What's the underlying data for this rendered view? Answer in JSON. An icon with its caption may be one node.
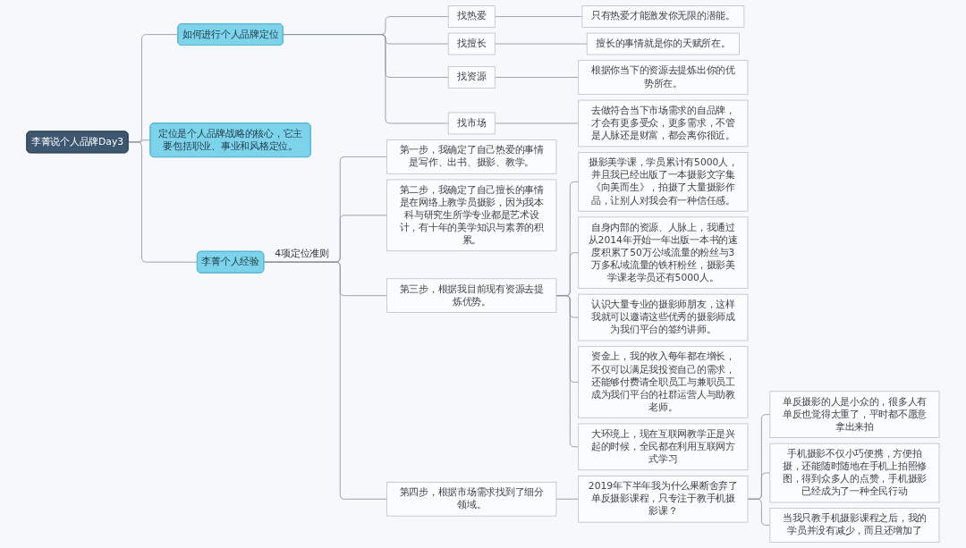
{
  "diagram": {
    "nodes": [
      {
        "text": [
          "李菁说个人品牌Day3"
        ]
      },
      {
        "text": [
          "如何进行个人品牌定位"
        ]
      },
      {
        "text": [
          "找热爱"
        ]
      },
      {
        "text": [
          "只有热爱才能激发你无限的潜能。"
        ]
      },
      {
        "text": [
          "找擅长"
        ]
      },
      {
        "text": [
          "擅长的事情就是你的天赋所在。"
        ]
      },
      {
        "text": [
          "找资源"
        ]
      },
      {
        "text": [
          "根据你当下的资源去提炼出你的优势所在。"
        ]
      },
      {
        "text": [
          "找市场"
        ]
      },
      {
        "text": [
          "去做符合当下市场需求的自品牌，才会有更多受众，更多需求，不管是人脉还是财富，都会离你很近。"
        ]
      },
      {
        "text": [
          "定位是个人品牌战略的核心，它主要包括职业、事业和风格定位。"
        ]
      },
      {
        "text": [
          "李菁个人经验"
        ]
      },
      {
        "text": [
          "第一步，我确定了自己热爱的事情是写作、出书、摄影、教学。"
        ]
      },
      {
        "text": [
          "第二步，我确定了自己擅长的事情是在网络上教学员摄影，因为我本科与研究生所学专业都是艺术设计，有十年的美学知识与素养的积累。"
        ]
      },
      {
        "text": [
          "第三步，根据我目前现有资源去提炼优势。"
        ]
      },
      {
        "text": [
          "摄影美学课，学员累计有5000人，并且我已经出版了一本摄影文字集《向美而生》，拍摄了大量摄影作品，让别人对我会有一种信任感。"
        ]
      },
      {
        "text": [
          "自身内部的资源、人脉上，我通过从2014年开始一年出版一本书的速度积累了50万公域流量的粉丝与3万多私域流量的铁杆粉丝，摄影美学课老学员还有5000人。"
        ]
      },
      {
        "text": [
          "认识大量专业的摄影师朋友，这样我就可以邀请这些优秀的摄影师成为我们平台的签约讲师。"
        ]
      },
      {
        "text": [
          "资金上，我的收入每年都在增长，不仅可以满足我投资自己的需求，还能够付费请全职员工与兼职员工成为我们平台的社群运营人与助教老师。"
        ]
      },
      {
        "text": [
          "大环境上，现在互联网教学正是兴起的时候，全民都在利用互联网方式学习"
        ]
      },
      {
        "text": [
          "第四步，根据市场需求找到了细分领域。"
        ]
      },
      {
        "text": [
          "2019年下半年我为什么果断舍弃了单反摄影课程，只专注于教手机摄影课？"
        ]
      },
      {
        "text": [
          "单反摄影的人是小众的，很多人有单反也觉得太重了，平时都不愿意拿出来拍"
        ]
      },
      {
        "text": [
          "手机摄影不仅小巧便携，方便拍摄，还能随时随地在手机上拍照修图，得到众多人的点赞，手机摄影已经成为了一种全民行动"
        ]
      },
      {
        "text": [
          "当我只教手机摄影课程之后，我的学员并没有减少，而且还增加了"
        ]
      }
    ],
    "edges": [
      {
        "from": 0,
        "to": 1,
        "arrow": "none"
      },
      {
        "from": 1,
        "to": 2,
        "arrow": "none"
      },
      {
        "from": 2,
        "to": 3,
        "arrow": "none"
      },
      {
        "from": 1,
        "to": 4,
        "arrow": "none"
      },
      {
        "from": 4,
        "to": 5,
        "arrow": "none"
      },
      {
        "from": 1,
        "to": 6,
        "arrow": "none"
      },
      {
        "from": 6,
        "to": 7,
        "arrow": "none"
      },
      {
        "from": 1,
        "to": 8,
        "arrow": "none"
      },
      {
        "from": 8,
        "to": 9,
        "arrow": "none"
      },
      {
        "from": 0,
        "to": 10,
        "arrow": "none"
      },
      {
        "from": 0,
        "to": 11,
        "arrow": "none"
      },
      {
        "from": 11,
        "to": 12,
        "arrow": "none",
        "label": "4项定位准则"
      },
      {
        "from": 11,
        "to": 13,
        "arrow": "none"
      },
      {
        "from": 11,
        "to": 14,
        "arrow": "none"
      },
      {
        "from": 14,
        "to": 15,
        "arrow": "none"
      },
      {
        "from": 14,
        "to": 16,
        "arrow": "none"
      },
      {
        "from": 14,
        "to": 17,
        "arrow": "none"
      },
      {
        "from": 14,
        "to": 18,
        "arrow": "none"
      },
      {
        "from": 14,
        "to": 19,
        "arrow": "none"
      },
      {
        "from": 11,
        "to": 20,
        "arrow": "none"
      },
      {
        "from": 20,
        "to": 21,
        "arrow": "none"
      },
      {
        "from": 21,
        "to": 22,
        "arrow": "none"
      },
      {
        "from": 21,
        "to": 23,
        "arrow": "none"
      },
      {
        "from": 21,
        "to": 24,
        "arrow": "none"
      }
    ]
  }
}
